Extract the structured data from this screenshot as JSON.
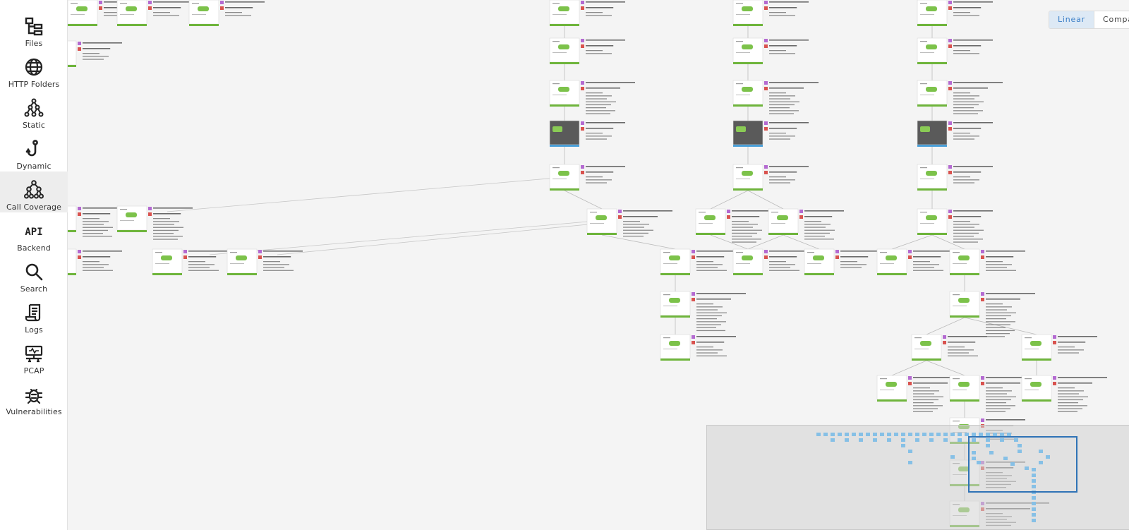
{
  "sidebar": {
    "items": [
      {
        "label": "Files",
        "icon": "files-icon",
        "active": false
      },
      {
        "label": "HTTP Folders",
        "icon": "globe-icon",
        "active": false
      },
      {
        "label": "Static",
        "icon": "graph-nodes-icon",
        "active": false
      },
      {
        "label": "Dynamic",
        "icon": "hook-icon",
        "active": false
      },
      {
        "label": "Call Coverage",
        "icon": "tree-network-icon",
        "active": true
      },
      {
        "label": "Backend",
        "icon": "api-icon",
        "active": false
      },
      {
        "label": "Search",
        "icon": "search-icon",
        "active": false
      },
      {
        "label": "Logs",
        "icon": "scroll-icon",
        "active": false
      },
      {
        "label": "PCAP",
        "icon": "network-monitor-icon",
        "active": false
      },
      {
        "label": "Vulnerabilities",
        "icon": "bug-icon",
        "active": false
      }
    ]
  },
  "toolbar": {
    "layout_options": [
      "Linear",
      "Compact"
    ],
    "selected_layout": "Linear",
    "fit_icon": "fit-view-icon",
    "refresh_icon": "refresh-icon"
  },
  "colors": {
    "accent": "#3a7ec6",
    "node_bar": "#6fb53c",
    "node_bar_alt": "#4a9fd8",
    "viewport": "#2f73b6",
    "minimap_dot": "#86c0e6"
  }
}
